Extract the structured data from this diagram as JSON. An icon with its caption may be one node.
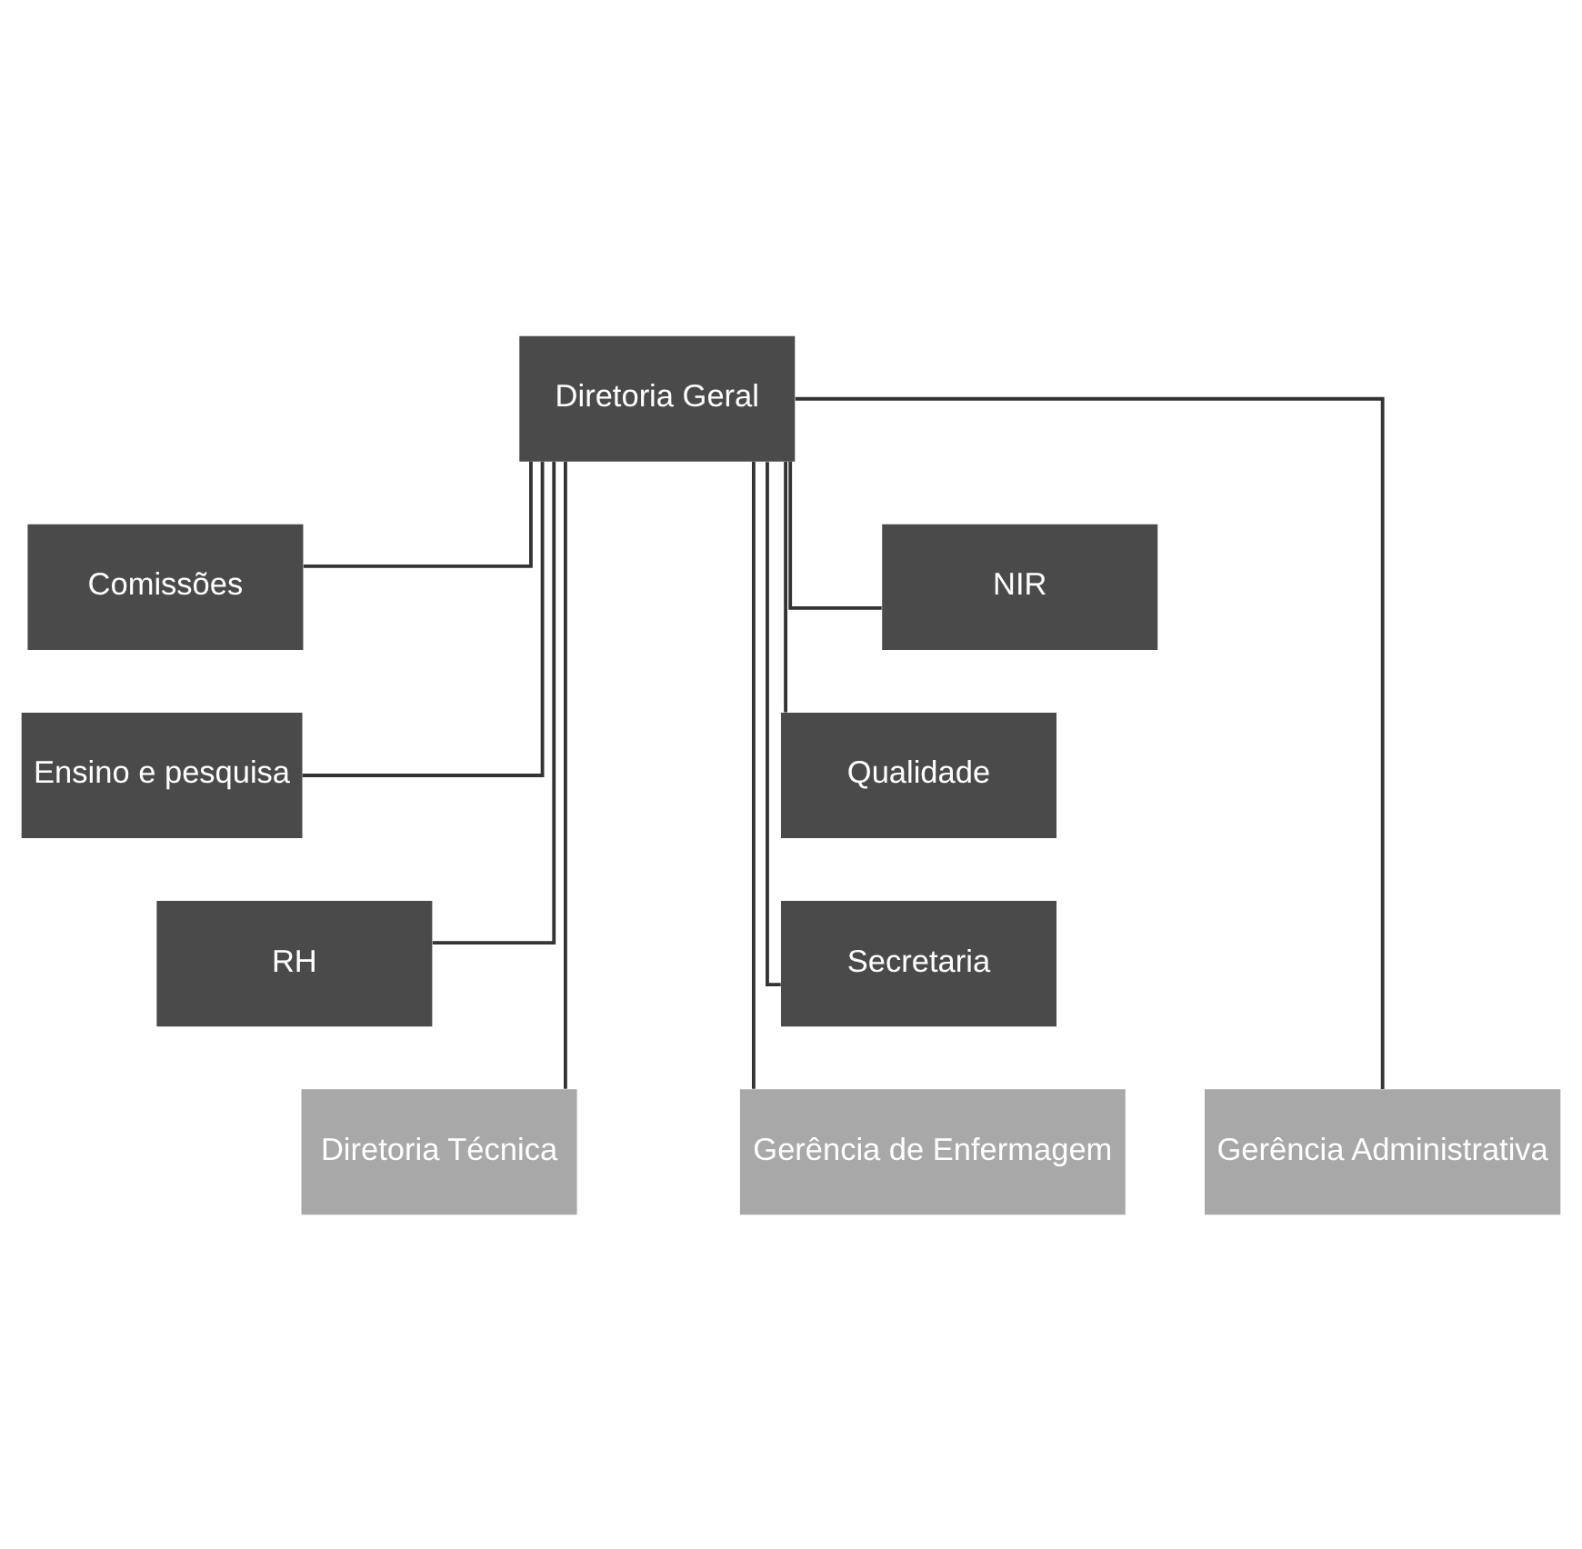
{
  "diagram": {
    "nodes": [
      {
        "text": [
          "Diretoria Geral"
        ]
      },
      {
        "text": [
          "Comissões"
        ]
      },
      {
        "text": [
          "NIR"
        ]
      },
      {
        "text": [
          "Ensino e pesquisa"
        ]
      },
      {
        "text": [
          "Qualidade"
        ]
      },
      {
        "text": [
          "RH"
        ]
      },
      {
        "text": [
          "Secretaria"
        ]
      },
      {
        "text": [
          "Diretoria Técnica"
        ]
      },
      {
        "text": [
          "Gerência Administrativa"
        ]
      },
      {
        "text": [
          "Gerência de Enfermagem"
        ]
      }
    ],
    "edges": [
      {
        "from": 0,
        "to": 1,
        "arrow": "none"
      },
      {
        "from": 0,
        "to": 2,
        "arrow": "none"
      },
      {
        "from": 0,
        "to": 3,
        "arrow": "none"
      },
      {
        "from": 0,
        "to": 4,
        "arrow": "none"
      },
      {
        "from": 0,
        "to": 5,
        "arrow": "none"
      },
      {
        "from": 0,
        "to": 6,
        "arrow": "none"
      },
      {
        "from": 0,
        "to": 7,
        "arrow": "none"
      },
      {
        "from": 0,
        "to": 8,
        "arrow": "none"
      },
      {
        "from": 0,
        "to": 9,
        "arrow": "none"
      }
    ]
  }
}
